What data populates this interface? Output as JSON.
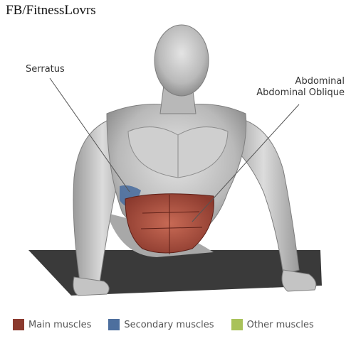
{
  "watermark": "FB/FitnessLovrs",
  "labels": {
    "serratus": "Serratus",
    "abdominal": "Abdominal",
    "abdominal_oblique": "Abdominal Oblique"
  },
  "legend": [
    {
      "label": "Main muscles",
      "color": "#8b3a2e"
    },
    {
      "label": "Secondary muscles",
      "color": "#4d6f9e"
    },
    {
      "label": "Other muscles",
      "color": "#a9c25a"
    }
  ]
}
